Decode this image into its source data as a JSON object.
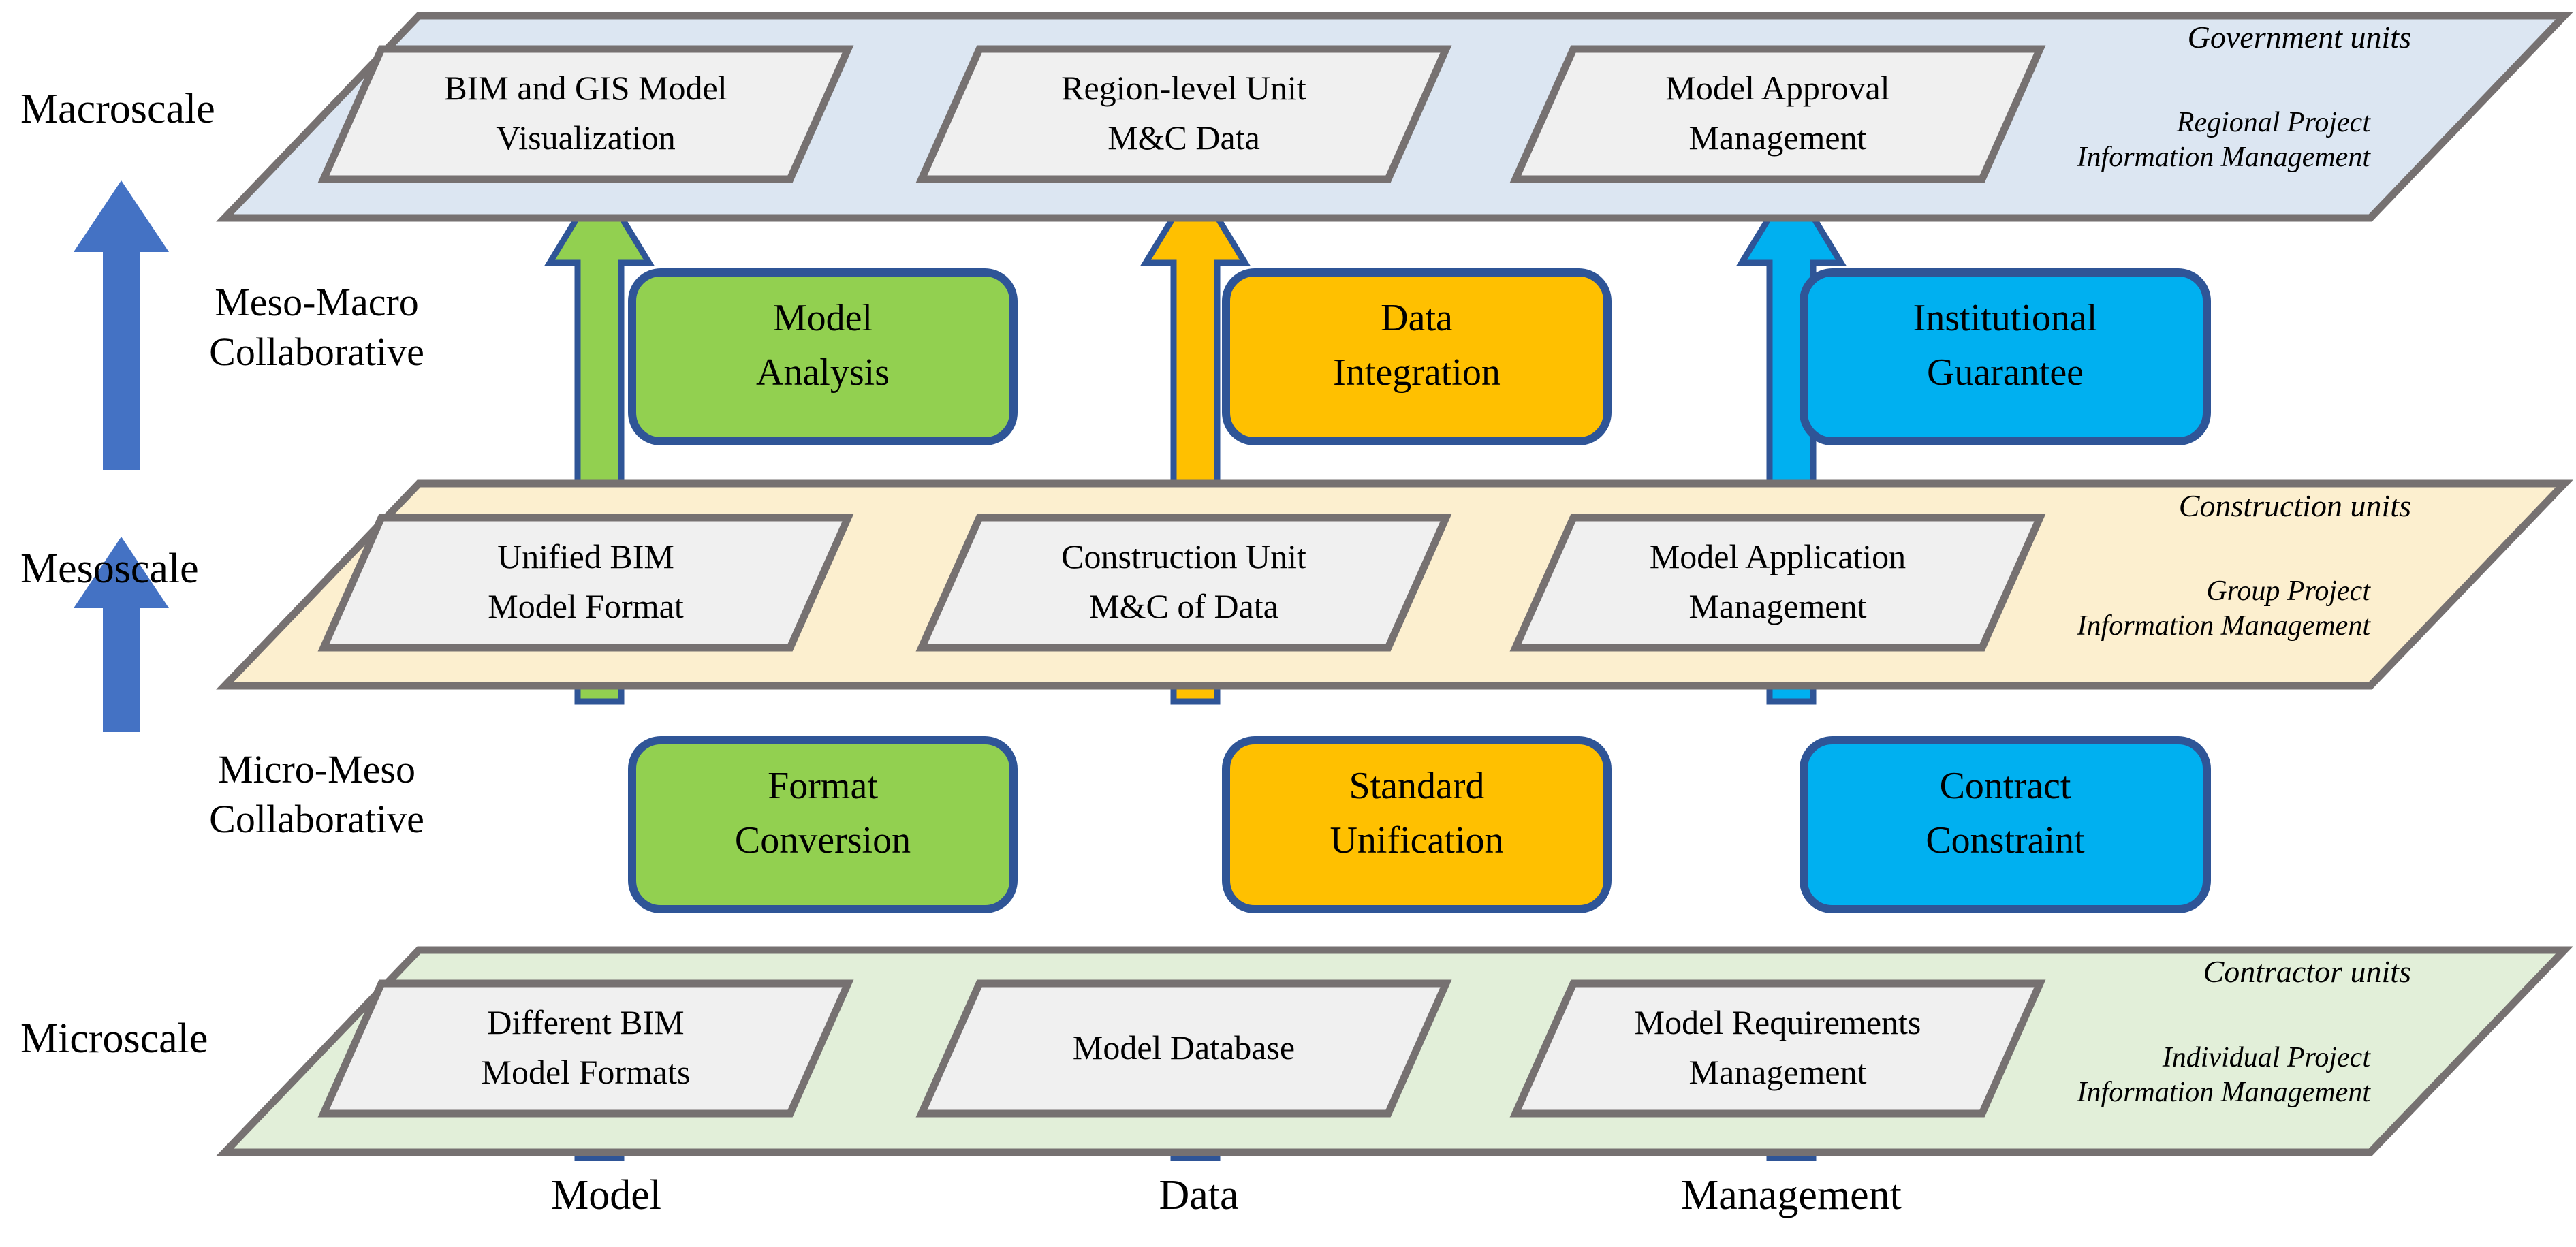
{
  "diagram": {
    "title": "Multiscale BIM/GIS collaborative information management framework",
    "scale_labels": [
      {
        "id": "macroscale",
        "text": "Macroscale"
      },
      {
        "id": "mesoscale",
        "text": "Mesoscale"
      },
      {
        "id": "microscale",
        "text": "Microscale"
      }
    ],
    "collaboration_labels": [
      {
        "id": "meso-macro",
        "line1": "Meso-Macro",
        "line2": "Collaborative"
      },
      {
        "id": "micro-meso",
        "line1": "Micro-Meso",
        "line2": "Collaborative"
      }
    ],
    "layers": [
      {
        "id": "macroscale-layer",
        "scale": "Macroscale",
        "fill": "#dce6f2",
        "unit": "Government units",
        "scope_line1": "Regional Project",
        "scope_line2": "Information Management",
        "cards": [
          {
            "id": "card-bim-gis-visualization",
            "line1": "BIM and GIS Model",
            "line2": "Visualization"
          },
          {
            "id": "card-region-level-mc-data",
            "line1": "Region-level Unit",
            "line2": "M&C Data"
          },
          {
            "id": "card-model-approval-management",
            "line1": "Model Approval",
            "line2": "Management"
          }
        ]
      },
      {
        "id": "mesoscale-layer",
        "scale": "Mesoscale",
        "fill": "#fcefcf",
        "unit": "Construction units",
        "scope_line1": "Group Project",
        "scope_line2": "Information Management",
        "cards": [
          {
            "id": "card-unified-bim-model-format",
            "line1": "Unified BIM",
            "line2": "Model Format"
          },
          {
            "id": "card-construction-unit-mc-of-data",
            "line1": "Construction Unit",
            "line2": "M&C of Data"
          },
          {
            "id": "card-model-application-management",
            "line1": "Model Application",
            "line2": "Management"
          }
        ]
      },
      {
        "id": "microscale-layer",
        "scale": "Microscale",
        "fill": "#e2efd9",
        "unit": "Contractor units",
        "scope_line1": "Individual Project",
        "scope_line2": "Information Management",
        "cards": [
          {
            "id": "card-different-bim-model-formats",
            "line1": "Different BIM",
            "line2": "Model Formats"
          },
          {
            "id": "card-model-database",
            "line1": "Model Database",
            "line2": ""
          },
          {
            "id": "card-model-requirements-management",
            "line1": "Model Requirements",
            "line2": "Management"
          }
        ]
      }
    ],
    "chips": [
      {
        "id": "chip-model-analysis",
        "line1": "Model",
        "line2": "Analysis",
        "color": "#92d050",
        "band": "meso-macro",
        "column": "Model"
      },
      {
        "id": "chip-data-integration",
        "line1": "Data",
        "line2": "Integration",
        "color": "#ffc000",
        "band": "meso-macro",
        "column": "Data"
      },
      {
        "id": "chip-institutional-guarantee",
        "line1": "Institutional",
        "line2": "Guarantee",
        "color": "#00b0f0",
        "band": "meso-macro",
        "column": "Management"
      },
      {
        "id": "chip-format-conversion",
        "line1": "Format",
        "line2": "Conversion",
        "color": "#92d050",
        "band": "micro-meso",
        "column": "Model"
      },
      {
        "id": "chip-standard-unification",
        "line1": "Standard",
        "line2": "Unification",
        "color": "#ffc000",
        "band": "micro-meso",
        "column": "Data"
      },
      {
        "id": "chip-contract-constraint",
        "line1": "Contract",
        "line2": "Constraint",
        "color": "#00b0f0",
        "band": "micro-meso",
        "column": "Management"
      }
    ],
    "column_labels": [
      {
        "id": "column-model",
        "text": "Model"
      },
      {
        "id": "column-data",
        "text": "Data"
      },
      {
        "id": "column-management",
        "text": "Management"
      }
    ],
    "colors": {
      "macro_fill": "#dce6f2",
      "meso_fill": "#fcefcf",
      "micro_fill": "#e2efd9",
      "card_fill": "#f0f0f0",
      "edge_gray": "#767171",
      "arrow_blue": "#4472c4",
      "arrow_green": "#92d050",
      "arrow_orange": "#ffc000",
      "arrow_cyan": "#00b0f0",
      "chip_border": "#2f5597"
    },
    "arrows": {
      "scale_axis": [
        {
          "id": "arrow-micro-to-meso",
          "color": "#4472c4",
          "direction": "up"
        },
        {
          "id": "arrow-meso-to-macro",
          "color": "#4472c4",
          "direction": "up"
        }
      ],
      "flow": [
        {
          "id": "arrow-model-micro-meso",
          "color": "#92d050",
          "direction": "up"
        },
        {
          "id": "arrow-model-meso-macro",
          "color": "#92d050",
          "direction": "up"
        },
        {
          "id": "arrow-data-micro-meso",
          "color": "#ffc000",
          "direction": "up"
        },
        {
          "id": "arrow-data-meso-macro",
          "color": "#ffc000",
          "direction": "up"
        },
        {
          "id": "arrow-management-micro-meso",
          "color": "#00b0f0",
          "direction": "up"
        },
        {
          "id": "arrow-management-meso-macro",
          "color": "#00b0f0",
          "direction": "up"
        }
      ]
    }
  }
}
